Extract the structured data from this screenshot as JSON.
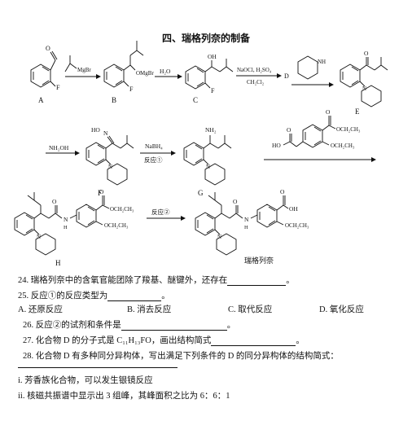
{
  "title": "四、瑞格列奈的制备",
  "compounds": {
    "A": "A",
    "B": "B",
    "C": "C",
    "D": "D",
    "E": "E",
    "F": "F",
    "G": "G",
    "H": "H",
    "product": "瑞格列奈"
  },
  "substituents": {
    "F": "F",
    "O": "O",
    "OH": "OH",
    "OMgBr": "OMgBr",
    "MgBr": "MgBr",
    "NH": "NH",
    "N": "N",
    "HO": "HO",
    "NH2": "NH₂",
    "NH_amide": "N",
    "H_amide": "H",
    "COOC2H5": "OCH₂CH₃",
    "OC2H5": "OCH₂CH₃",
    "COOH_O": "O",
    "COOH": "OH"
  },
  "reagents": {
    "h2o": "H₂O",
    "oxid": "NaOCl, H₂SO₄",
    "oxid_solv": "CH₂Cl₂",
    "nh2oh": "NH₂OH",
    "nabh4": "NaBH₄",
    "r1": "反应①",
    "r2": "反应②"
  },
  "questions": {
    "q24": "24. 瑞格列奈中的含氧官能团除了羧基、醚键外，还存在",
    "q24_end": "。",
    "q25": "25. 反应①的反应类型为",
    "q25_end": "。",
    "options": [
      "A. 还原反应",
      "B. 消去反应",
      "C. 取代反应",
      "D. 氧化反应"
    ],
    "q26": "26. 反应②的试剂和条件是",
    "q26_end": "。",
    "q27": "27. 化合物 D 的分子式是 C₁₁H₁₃FO，画出结构简式",
    "q27_end": "。",
    "q28": "28. 化合物 D 有多种同分异构体，写出满足下列条件的 D 的同分异构体的结构简式：",
    "cond1": "i. 芳香族化合物，可以发生银镜反应",
    "cond2": "ii. 核磁共振谱中显示出 3 组峰，其峰面积之比为 6：6：1"
  }
}
